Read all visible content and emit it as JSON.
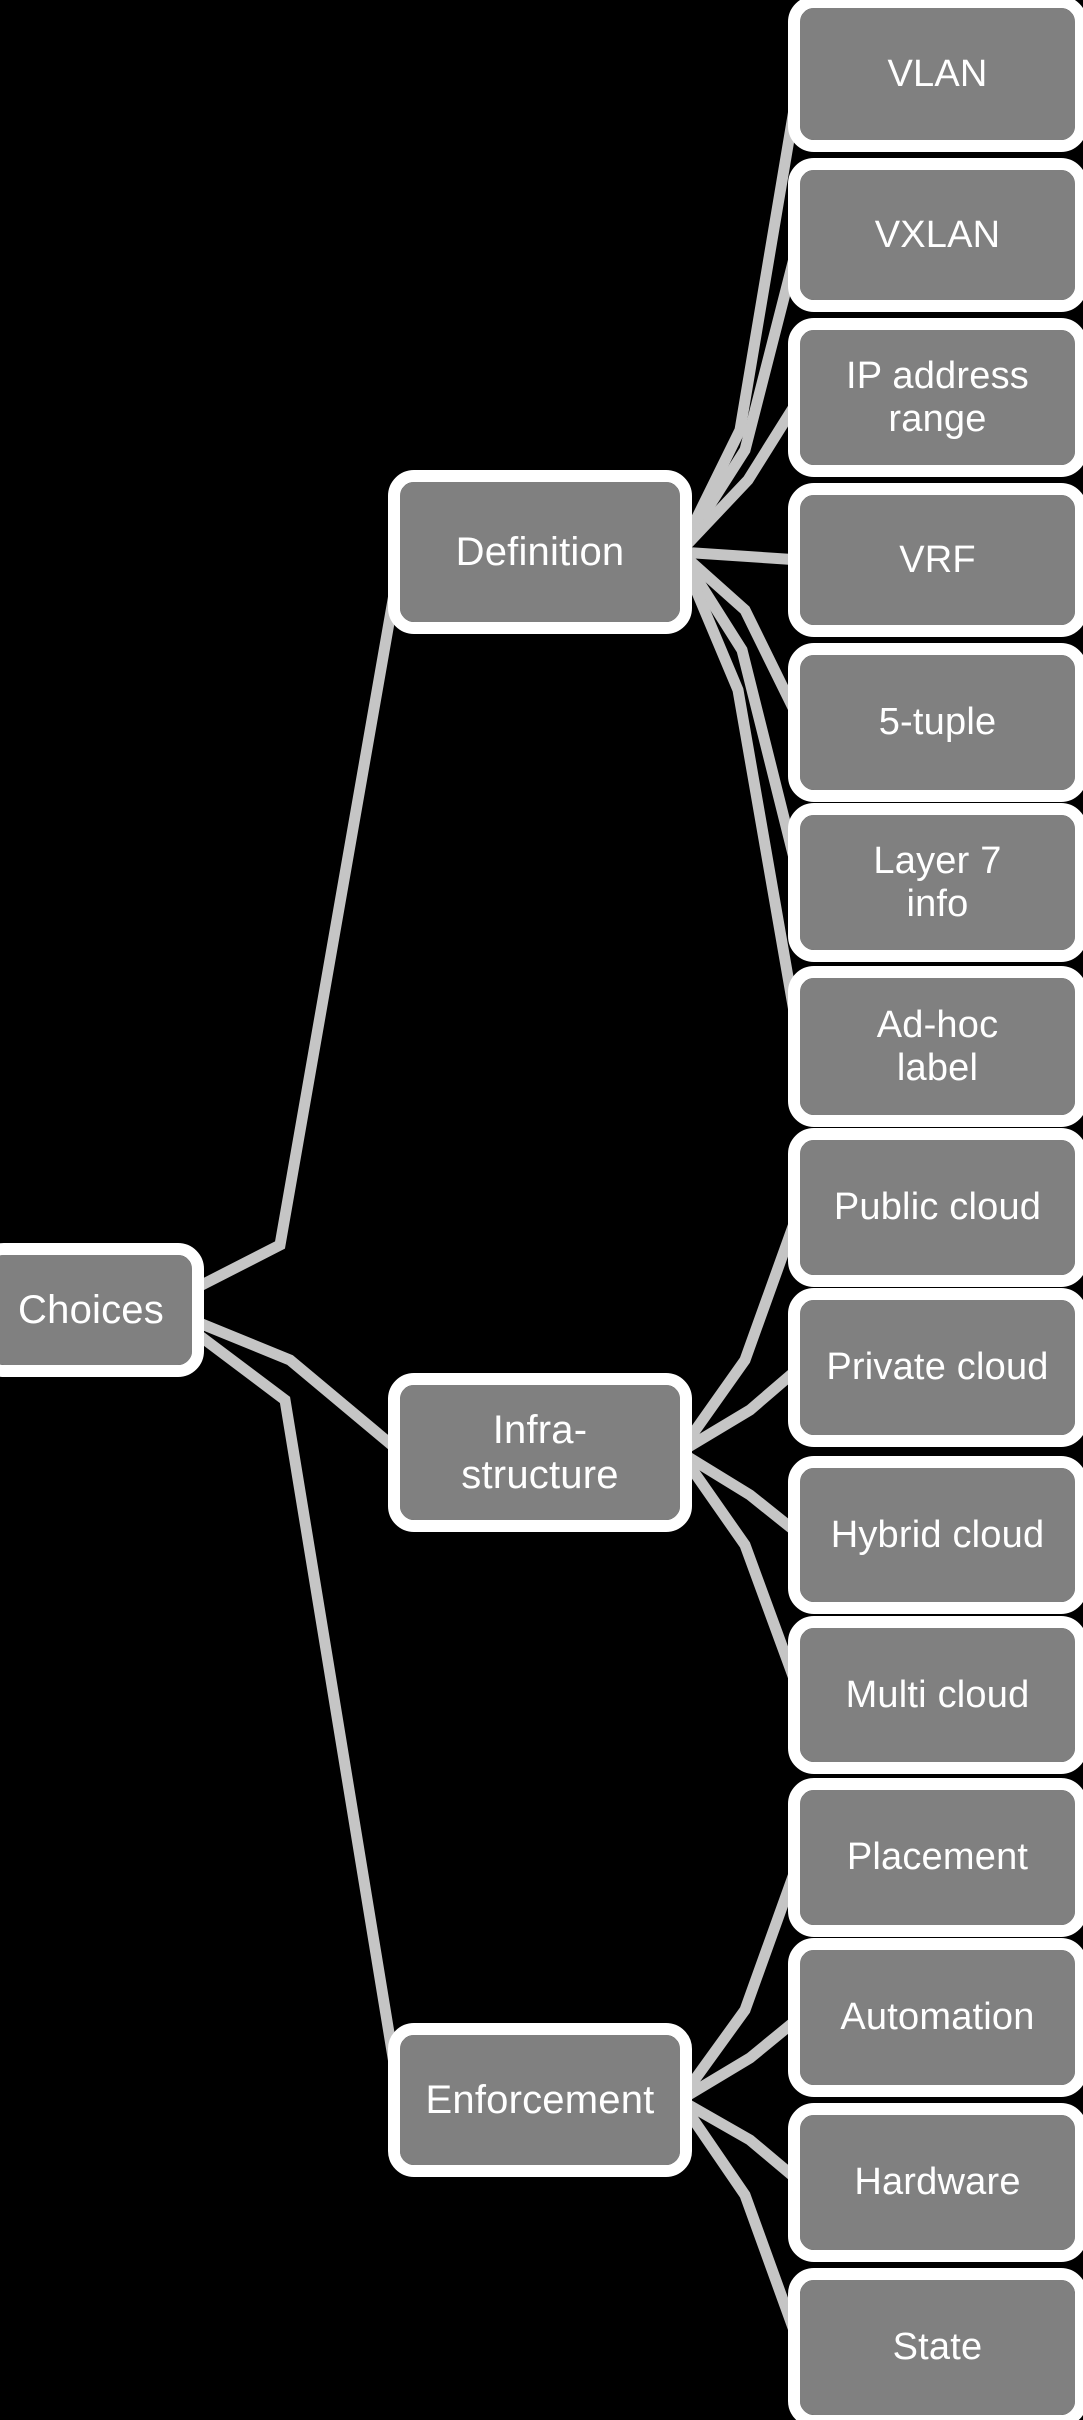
{
  "diagram": {
    "type": "tree",
    "title": "Choices",
    "background_color": "#000000",
    "node_fill": "#808080",
    "node_border": "#ffffff",
    "edge_color": "#c5c5c5",
    "text_color": "#ffffff",
    "root": {
      "label": "Choices"
    },
    "branches": [
      {
        "label": "Definition"
      },
      {
        "label": "Infra-\nstructure"
      },
      {
        "label": "Enforcement"
      }
    ],
    "leaves": {
      "definition": [
        {
          "label": "VLAN"
        },
        {
          "label": "VXLAN"
        },
        {
          "label": "IP address\nrange"
        },
        {
          "label": "VRF"
        },
        {
          "label": "5-tuple"
        },
        {
          "label": "Layer 7\ninfo"
        },
        {
          "label": "Ad-hoc\nlabel"
        }
      ],
      "infrastructure": [
        {
          "label": "Public cloud"
        },
        {
          "label": "Private cloud"
        },
        {
          "label": "Hybrid cloud"
        },
        {
          "label": "Multi cloud"
        }
      ],
      "enforcement": [
        {
          "label": "Placement"
        },
        {
          "label": "Automation"
        },
        {
          "label": "Hardware"
        },
        {
          "label": "State"
        }
      ]
    }
  }
}
